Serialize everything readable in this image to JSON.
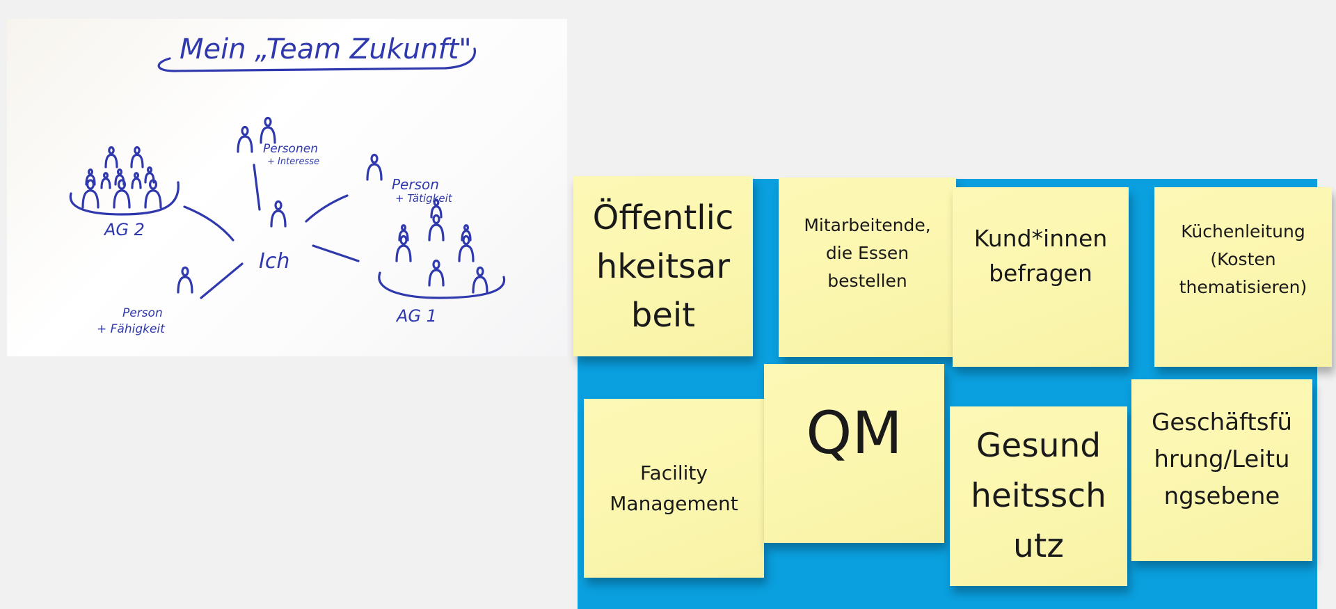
{
  "flipchart": {
    "title": "Mein „Team Zukunft\"",
    "center_label": "Ich",
    "groups": [
      {
        "label": "AG 2"
      },
      {
        "label": "AG 1"
      }
    ],
    "persons": [
      {
        "line1": "Personen",
        "line2": "+ Interesse"
      },
      {
        "line1": "Person",
        "line2": "+ Tätigkeit"
      },
      {
        "line1": "Person",
        "line2": "+ Fähigkeit"
      }
    ],
    "ink_color": "#2f39ad"
  },
  "board": {
    "background_color": "#0a9fdf",
    "note_color": "#fbf6ae",
    "notes": [
      {
        "text": "Öffentlic\nhkeitsar\nbeit"
      },
      {
        "text": "Mitarbeitende,\ndie Essen\nbestellen"
      },
      {
        "text": "Kund*innen\nbefragen"
      },
      {
        "text": "Küchenleitung\n(Kosten\nthematisieren)"
      },
      {
        "text": "Facility\nManagement"
      },
      {
        "text": "QM"
      },
      {
        "text": "Gesund\nheitssch\nutz"
      },
      {
        "text": "Geschäftsfü\nhrung/Leitu\nngsebene"
      }
    ]
  }
}
